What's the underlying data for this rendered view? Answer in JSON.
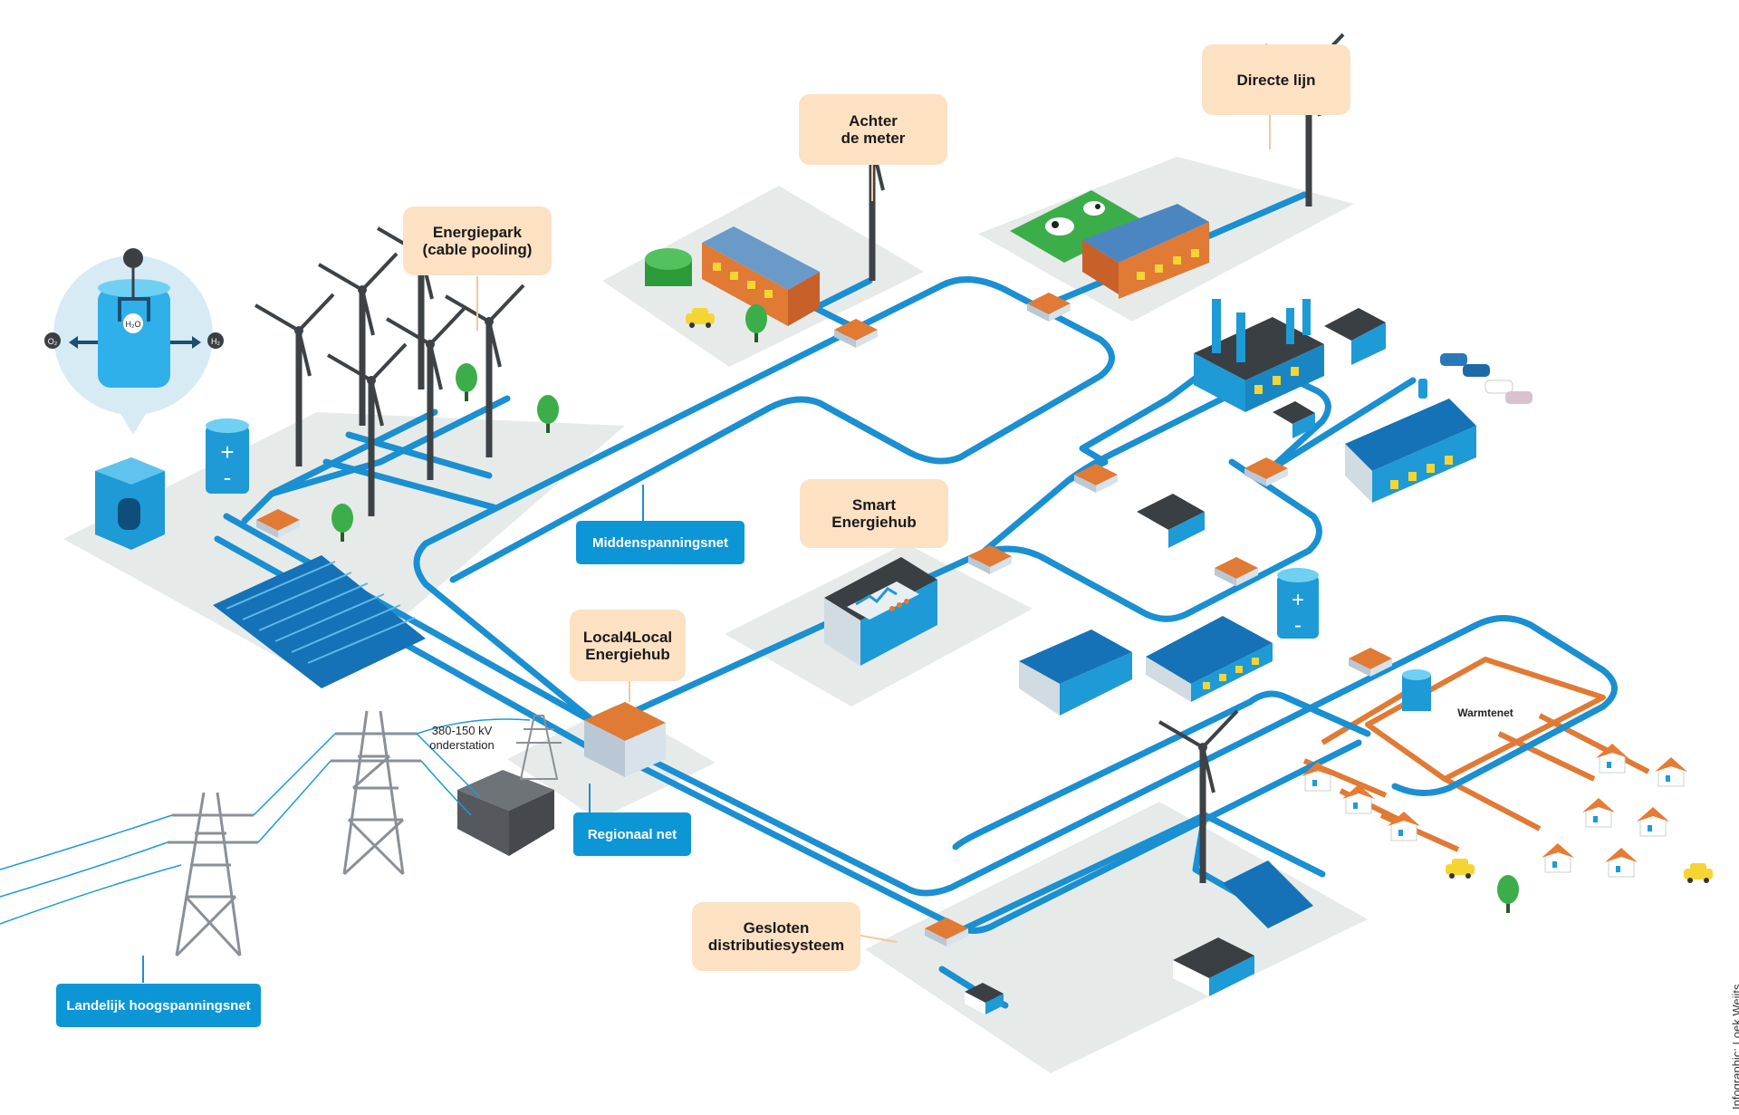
{
  "labels": {
    "energiepark_line1": "Energiepark",
    "energiepark_line2": "(cable pooling)",
    "achter_line1": "Achter",
    "achter_line2": "de meter",
    "directe_lijn": "Directe lijn",
    "smart_line1": "Smart",
    "smart_line2": "Energiehub",
    "local_line1": "Local4Local",
    "local_line2": "Energiehub",
    "gesloten_line1": "Gesloten",
    "gesloten_line2": "distributiesysteem",
    "middenspanningsnet": "Middenspanningsnet",
    "regionaal_net": "Regionaal net",
    "landelijk": "Landelijk hoogspanningsnet",
    "onderstation_line1": "380-150 kV",
    "onderstation_line2": "onderstation",
    "warmtenet": "Warmtenet"
  },
  "electrolyser": {
    "h2o": "H₂O",
    "o2": "O₂",
    "h2": "H₂"
  },
  "credit": "Infographic: Loek Weijts",
  "colors": {
    "cable": "#1a8fd1",
    "heat": "#e07a34",
    "platform": "#e6ebea",
    "peach_label": "#fde1c3",
    "blue_label": "#0d96d6",
    "junction": "#e07a34",
    "building_blue": "#1e9ad6",
    "roof_dark": "#3a3f44"
  }
}
